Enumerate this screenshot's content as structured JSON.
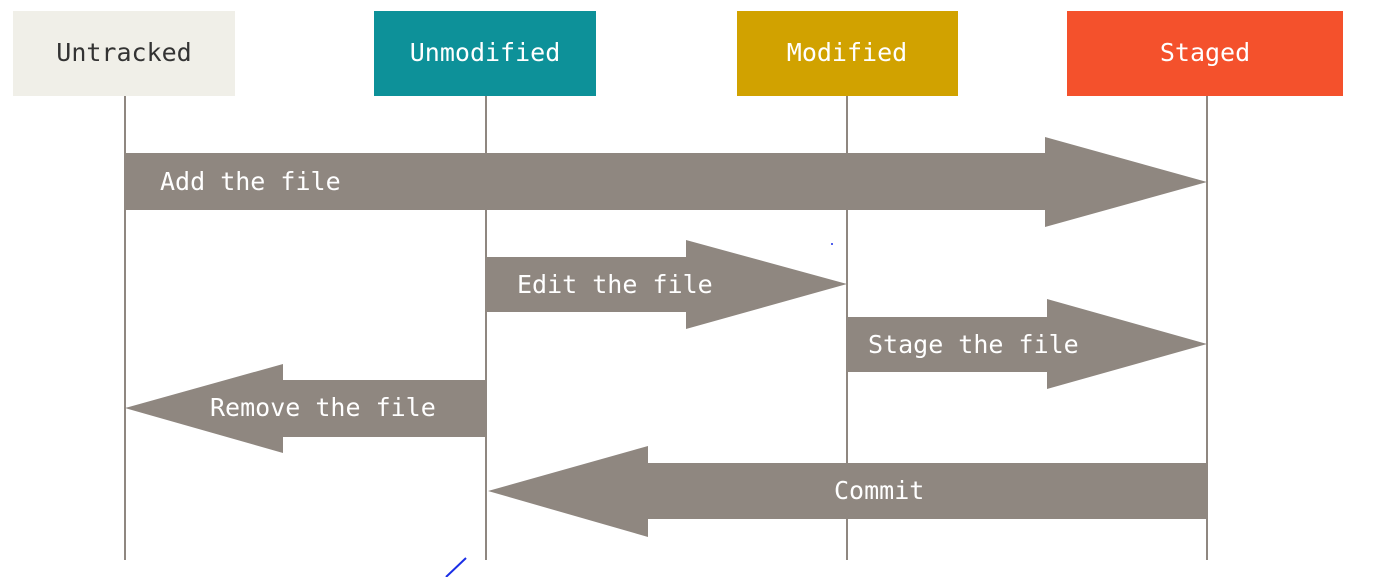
{
  "colors": {
    "untracked_bg": "#f0efe8",
    "untracked_text": "#333333",
    "unmodified_bg": "#0d9199",
    "modified_bg": "#d1a200",
    "staged_bg": "#f4512c",
    "header_text": "#ffffff",
    "arrow_fill": "#8f8780",
    "lifeline": "#8f8780",
    "stray_mark": "#1a2ee6"
  },
  "states": [
    {
      "id": "untracked",
      "label": "Untracked"
    },
    {
      "id": "unmodified",
      "label": "Unmodified"
    },
    {
      "id": "modified",
      "label": "Modified"
    },
    {
      "id": "staged",
      "label": "Staged"
    }
  ],
  "transitions": [
    {
      "id": "add",
      "label": "Add the file",
      "from": "untracked",
      "to": "staged"
    },
    {
      "id": "edit",
      "label": "Edit the file",
      "from": "unmodified",
      "to": "modified"
    },
    {
      "id": "stage",
      "label": "Stage the file",
      "from": "modified",
      "to": "staged"
    },
    {
      "id": "remove",
      "label": "Remove the file",
      "from": "unmodified",
      "to": "untracked"
    },
    {
      "id": "commit",
      "label": "Commit",
      "from": "staged",
      "to": "unmodified"
    }
  ]
}
